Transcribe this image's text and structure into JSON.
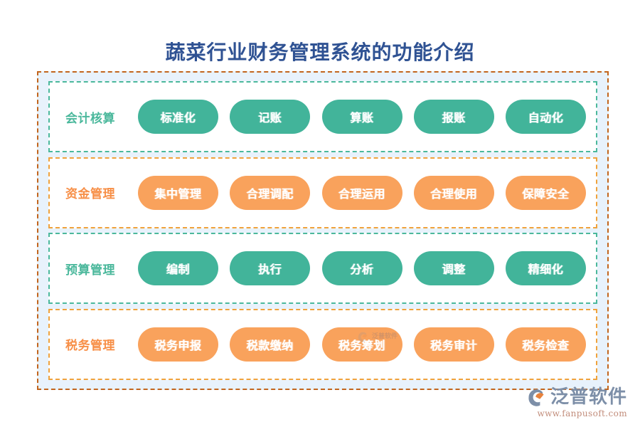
{
  "page": {
    "title": "蔬菜行业财务管理系统的功能介绍"
  },
  "colors": {
    "title": "#2f5293",
    "teal": "#42b49a",
    "orange": "#f9a25c",
    "label_teal": "#4bb89c",
    "label_orange": "#f78f47",
    "outer_border": "#c2651d",
    "panel_bg": "#e8f2fc",
    "row_bg": "#ffffff",
    "row_border_teal": "#4bb89c",
    "row_border_orange": "#f0a23c"
  },
  "rows": [
    {
      "label": "会计核算",
      "accent": "teal",
      "pills": [
        "标准化",
        "记账",
        "算账",
        "报账",
        "自动化"
      ]
    },
    {
      "label": "资金管理",
      "accent": "orange",
      "pills": [
        "集中管理",
        "合理调配",
        "合理运用",
        "合理使用",
        "保障安全"
      ]
    },
    {
      "label": "预算管理",
      "accent": "teal",
      "pills": [
        "编制",
        "执行",
        "分析",
        "调整",
        "精细化"
      ]
    },
    {
      "label": "税务管理",
      "accent": "orange",
      "pills": [
        "税务申报",
        "税款缴纳",
        "税务筹划",
        "税务审计",
        "税务检查"
      ]
    }
  ],
  "watermark": {
    "text": "泛普软件"
  },
  "brand": {
    "name": "泛普软件",
    "url": "www.fanpusoft.com",
    "mark": "fanpu-swoosh-logo"
  }
}
